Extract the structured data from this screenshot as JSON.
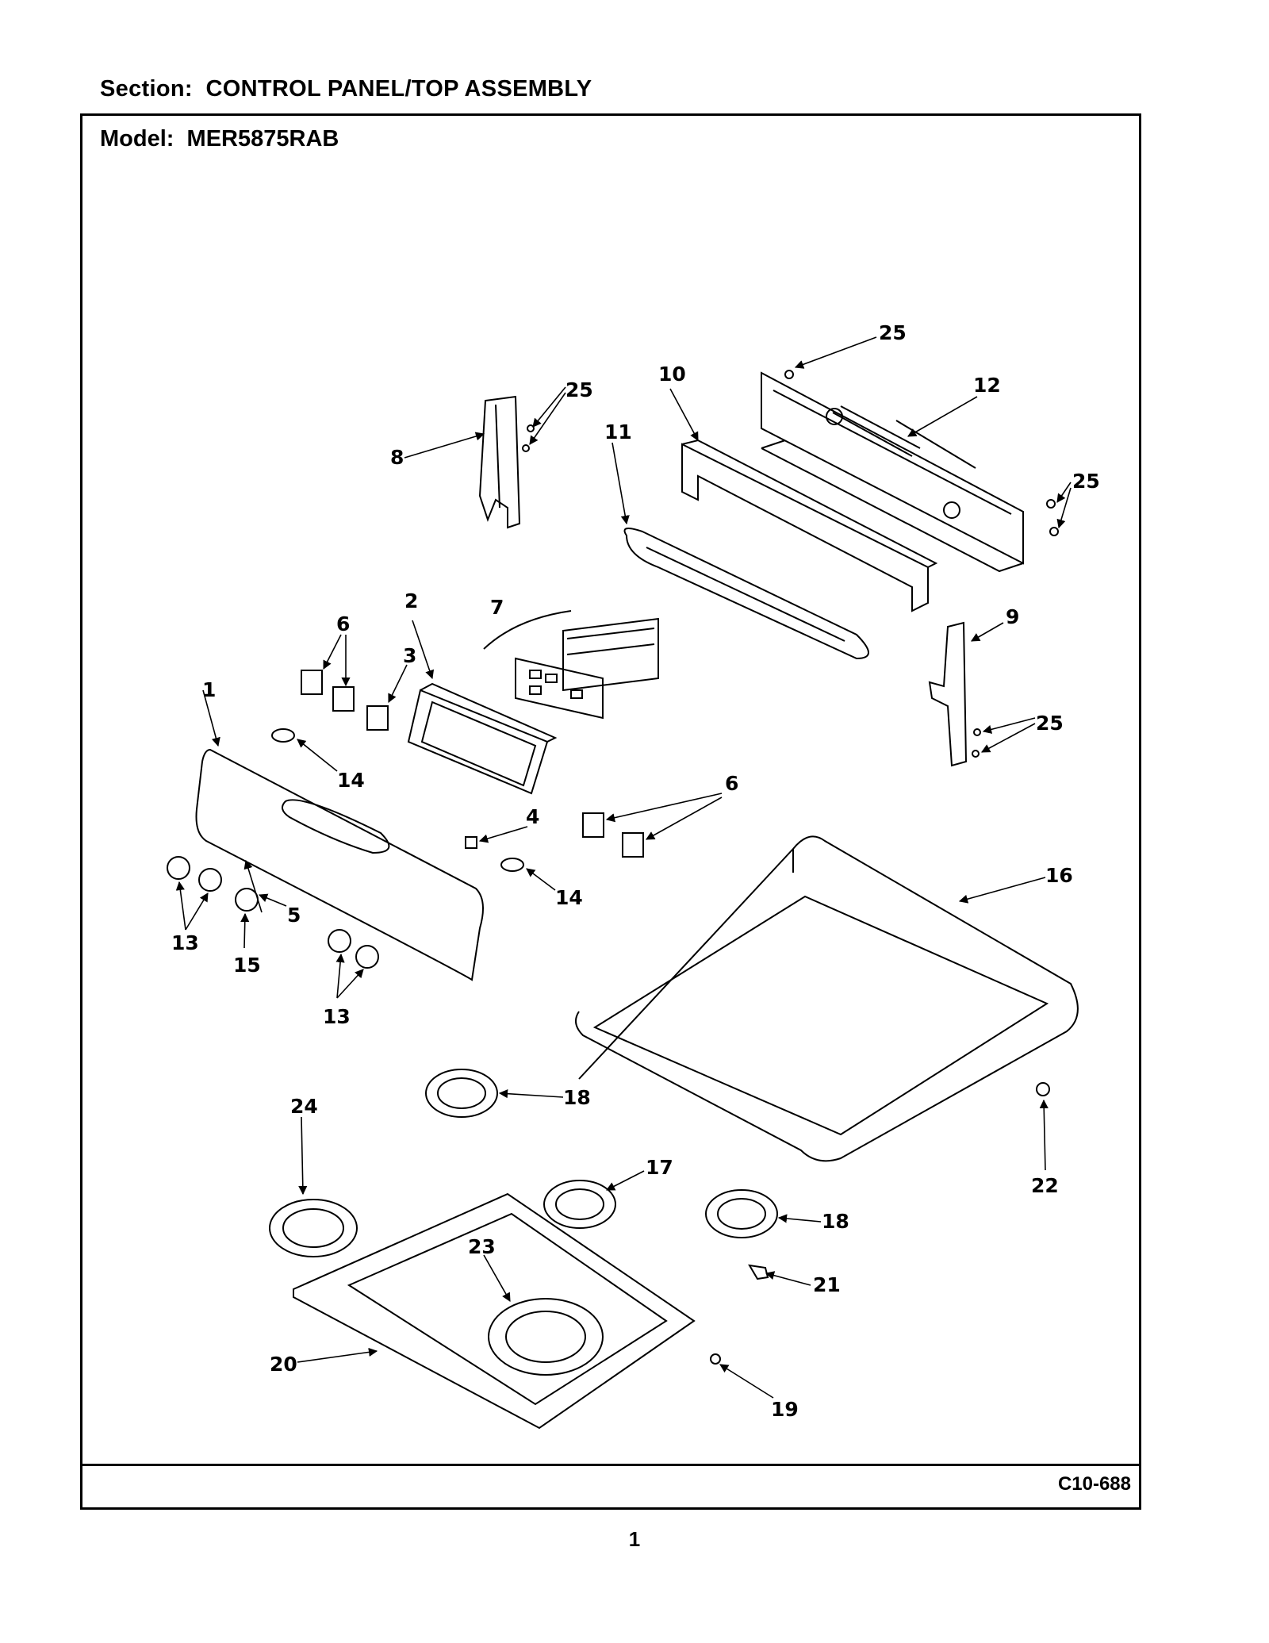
{
  "header": {
    "section": "Section:  CONTROL PANEL/TOP ASSEMBLY",
    "model": "Model:  MER5875RAB"
  },
  "footer": {
    "drawing_code": "C10-688",
    "page_number": "1"
  },
  "callouts": [
    "1",
    "2",
    "3",
    "4",
    "5",
    "6",
    "6",
    "7",
    "8",
    "9",
    "10",
    "11",
    "12",
    "13",
    "13",
    "14",
    "14",
    "15",
    "16",
    "17",
    "18",
    "18",
    "19",
    "20",
    "21",
    "22",
    "23",
    "24",
    "25",
    "25",
    "25",
    "25"
  ]
}
